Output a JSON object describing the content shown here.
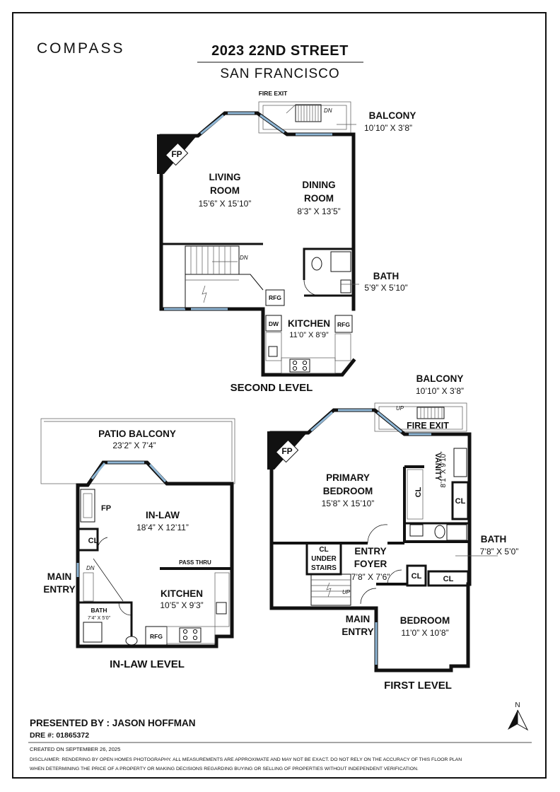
{
  "brand": "COMPASS",
  "header": {
    "address": "2023 22ND STREET",
    "city": "SAN FRANCISCO"
  },
  "second_level": {
    "title": "SECOND LEVEL",
    "fire_exit": "FIRE EXIT",
    "dn1": "DN",
    "dn2": "DN",
    "fp": "FP",
    "balcony": {
      "name": "BALCONY",
      "dim": "10’10” X 3’8”"
    },
    "living": {
      "name1": "LIVING",
      "name2": "ROOM",
      "dim": "15’6” X 15’10”"
    },
    "dining": {
      "name1": "DINING",
      "name2": "ROOM",
      "dim": "8’3” X 13’5”"
    },
    "bath": {
      "name": "BATH",
      "dim": "5’9” X 5’10”"
    },
    "kitchen": {
      "name": "KITCHEN",
      "dim": "11’0” X 8’9”"
    },
    "rfg1": "RFG",
    "rfg2": "RFG",
    "dw": "DW"
  },
  "inlaw_level": {
    "title": "IN-LAW LEVEL",
    "patio": {
      "name": "PATIO BALCONY",
      "dim": "23’2” X 7’4”"
    },
    "inlaw": {
      "name": "IN-LAW",
      "dim": "18’4” X 12’11”"
    },
    "fp": "FP",
    "cl": "CL",
    "dn": "DN",
    "pass_thru": "PASS THRU",
    "main_entry1": "MAIN",
    "main_entry2": "ENTRY",
    "kitchen": {
      "name": "KITCHEN",
      "dim": "10’5” X 9’3”"
    },
    "bath": {
      "name": "BATH",
      "dim": "7’4” X 5’0”"
    },
    "rfg": "RFG"
  },
  "first_level": {
    "title": "FIRST LEVEL",
    "balcony": {
      "name": "BALCONY",
      "dim": "10’10” X 3’8”"
    },
    "up1": "UP",
    "up2": "UP",
    "fire_exit": "FIRE EXIT",
    "fp": "FP",
    "primary": {
      "name1": "PRIMARY",
      "name2": "BEDROOM",
      "dim": "15’8” X 15’10”"
    },
    "vanity": {
      "name": "VANITY",
      "dim": "8’1” X 9’10”"
    },
    "cl1": "CL",
    "cl2": "CL",
    "cl3": "CL",
    "cl4": "CL",
    "cl_under1": "CL",
    "cl_under2": "UNDER",
    "cl_under3": "STAIRS",
    "entry": {
      "name1": "ENTRY",
      "name2": "FOYER",
      "dim": "7’8” X 7’6”"
    },
    "bath": {
      "name": "BATH",
      "dim": "7’8” X 5’0”"
    },
    "main_entry1": "MAIN",
    "main_entry2": "ENTRY",
    "bedroom": {
      "name": "BEDROOM",
      "dim": "11’0” X 10’8”"
    }
  },
  "compass_north": "N",
  "footer": {
    "presented_by": "PRESENTED BY : JASON HOFFMAN",
    "dre": "DRE #: 01865372",
    "created": "CREATED ON SEPTEMBER 26, 2025",
    "disclaimer1": "DISCLAIMER: RENDERING BY OPEN HOMES PHOTOGRAPHY. ALL MEASUREMENTS ARE APPROXIMATE AND MAY NOT BE EXACT. DO NOT RELY ON THE ACCURACY OF THIS FLOOR PLAN",
    "disclaimer2": "WHEN DETERMINING THE PRICE OF A PROPERTY OR MAKING DECISIONS REGARDING BUYING OR SELLING OF PROPERTIES WITHOUT INDEPENDENT VERIFICATION."
  }
}
